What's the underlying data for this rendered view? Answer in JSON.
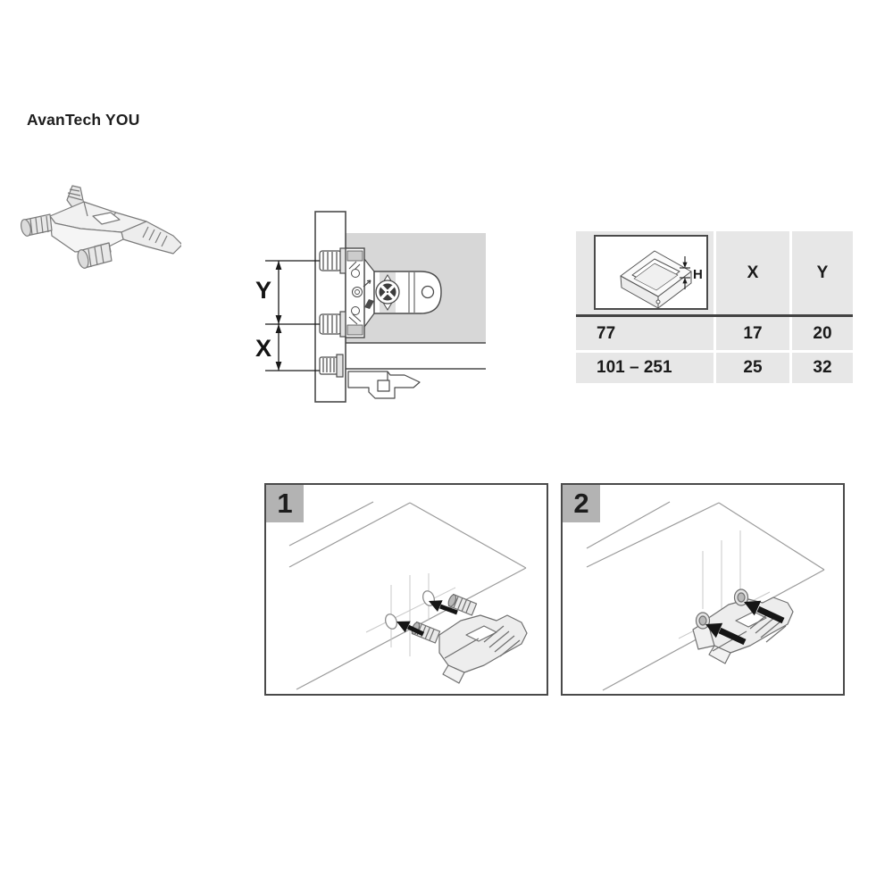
{
  "page": {
    "title": "AvanTech YOU"
  },
  "dimension_figure": {
    "label_y": "Y",
    "label_x": "X"
  },
  "spec_table": {
    "height_label": "H",
    "columns": {
      "x": "X",
      "y": "Y"
    },
    "rows": [
      {
        "height": "77",
        "x": "17",
        "y": "20"
      },
      {
        "height": "101 – 251",
        "x": "25",
        "y": "32"
      }
    ]
  },
  "steps": {
    "step1": "1",
    "step2": "2"
  },
  "colors": {
    "table_cell_bg": "#e7e7e7",
    "table_divider": "#424242",
    "badge_bg": "#b3b3b3",
    "panel_border": "#4a4a4a",
    "drawer_side_gray": "#d7d7d7",
    "line_art": "#4a4a4a",
    "board_line": "#9b9b9b",
    "arrow": "#151515"
  }
}
